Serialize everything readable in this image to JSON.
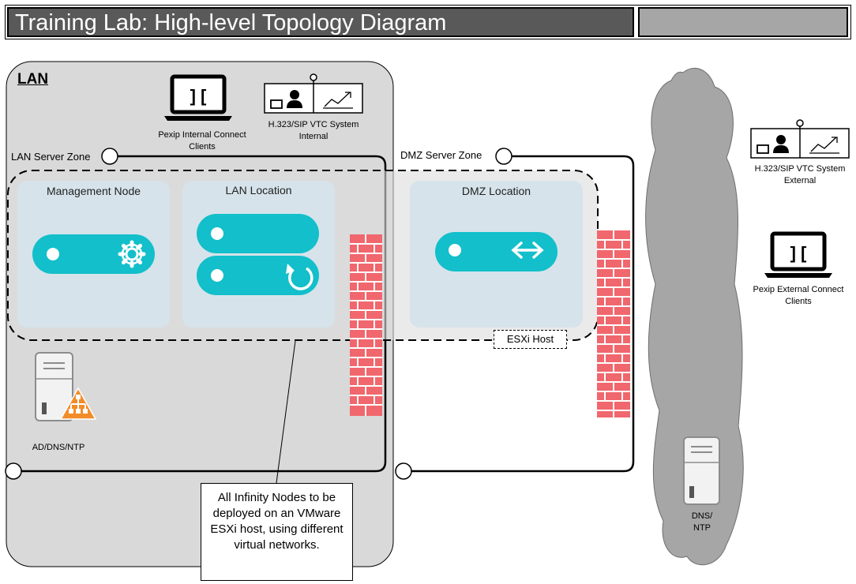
{
  "title": "Training Lab: High-level Topology Diagram",
  "lan": {
    "title": "LAN",
    "server_zone_label": "LAN Server Zone",
    "management_node_label": "Management Node",
    "lan_location_label": "LAN Location",
    "internal_clients_label": "Pexip Internal Connect Clients",
    "internal_vtc_label": "H.323/SIP VTC System Internal",
    "ad_server_label": "AD/DNS/NTP"
  },
  "dmz": {
    "server_zone_label": "DMZ Server Zone",
    "location_label": "DMZ Location",
    "esxi_host_label": "ESXi Host"
  },
  "external": {
    "vtc_label": "H.323/SIP VTC System External",
    "clients_label": "Pexip External Connect Clients",
    "dns_label": "DNS/ NTP"
  },
  "note": "All Infinity Nodes to be deployed on an VMware ESXi host, using different virtual networks.",
  "icons": {
    "laptop": "laptop-icon",
    "vtc": "vtc-system-icon",
    "gear": "gear-icon",
    "refresh": "refresh-icon",
    "arrows": "double-arrow-icon",
    "server": "server-icon",
    "network": "network-warning-icon",
    "firewall": "firewall-icon",
    "cloud": "internet-cloud-icon"
  },
  "colors": {
    "node_teal": "#12bfca",
    "zone_blue": "#d6e3ea",
    "lan_gray": "#d9d9d9",
    "firewall_red": "#f0676d",
    "cloud_gray": "#a6a6a6",
    "title_bar": "#595959",
    "warning_orange": "#f28c28"
  }
}
